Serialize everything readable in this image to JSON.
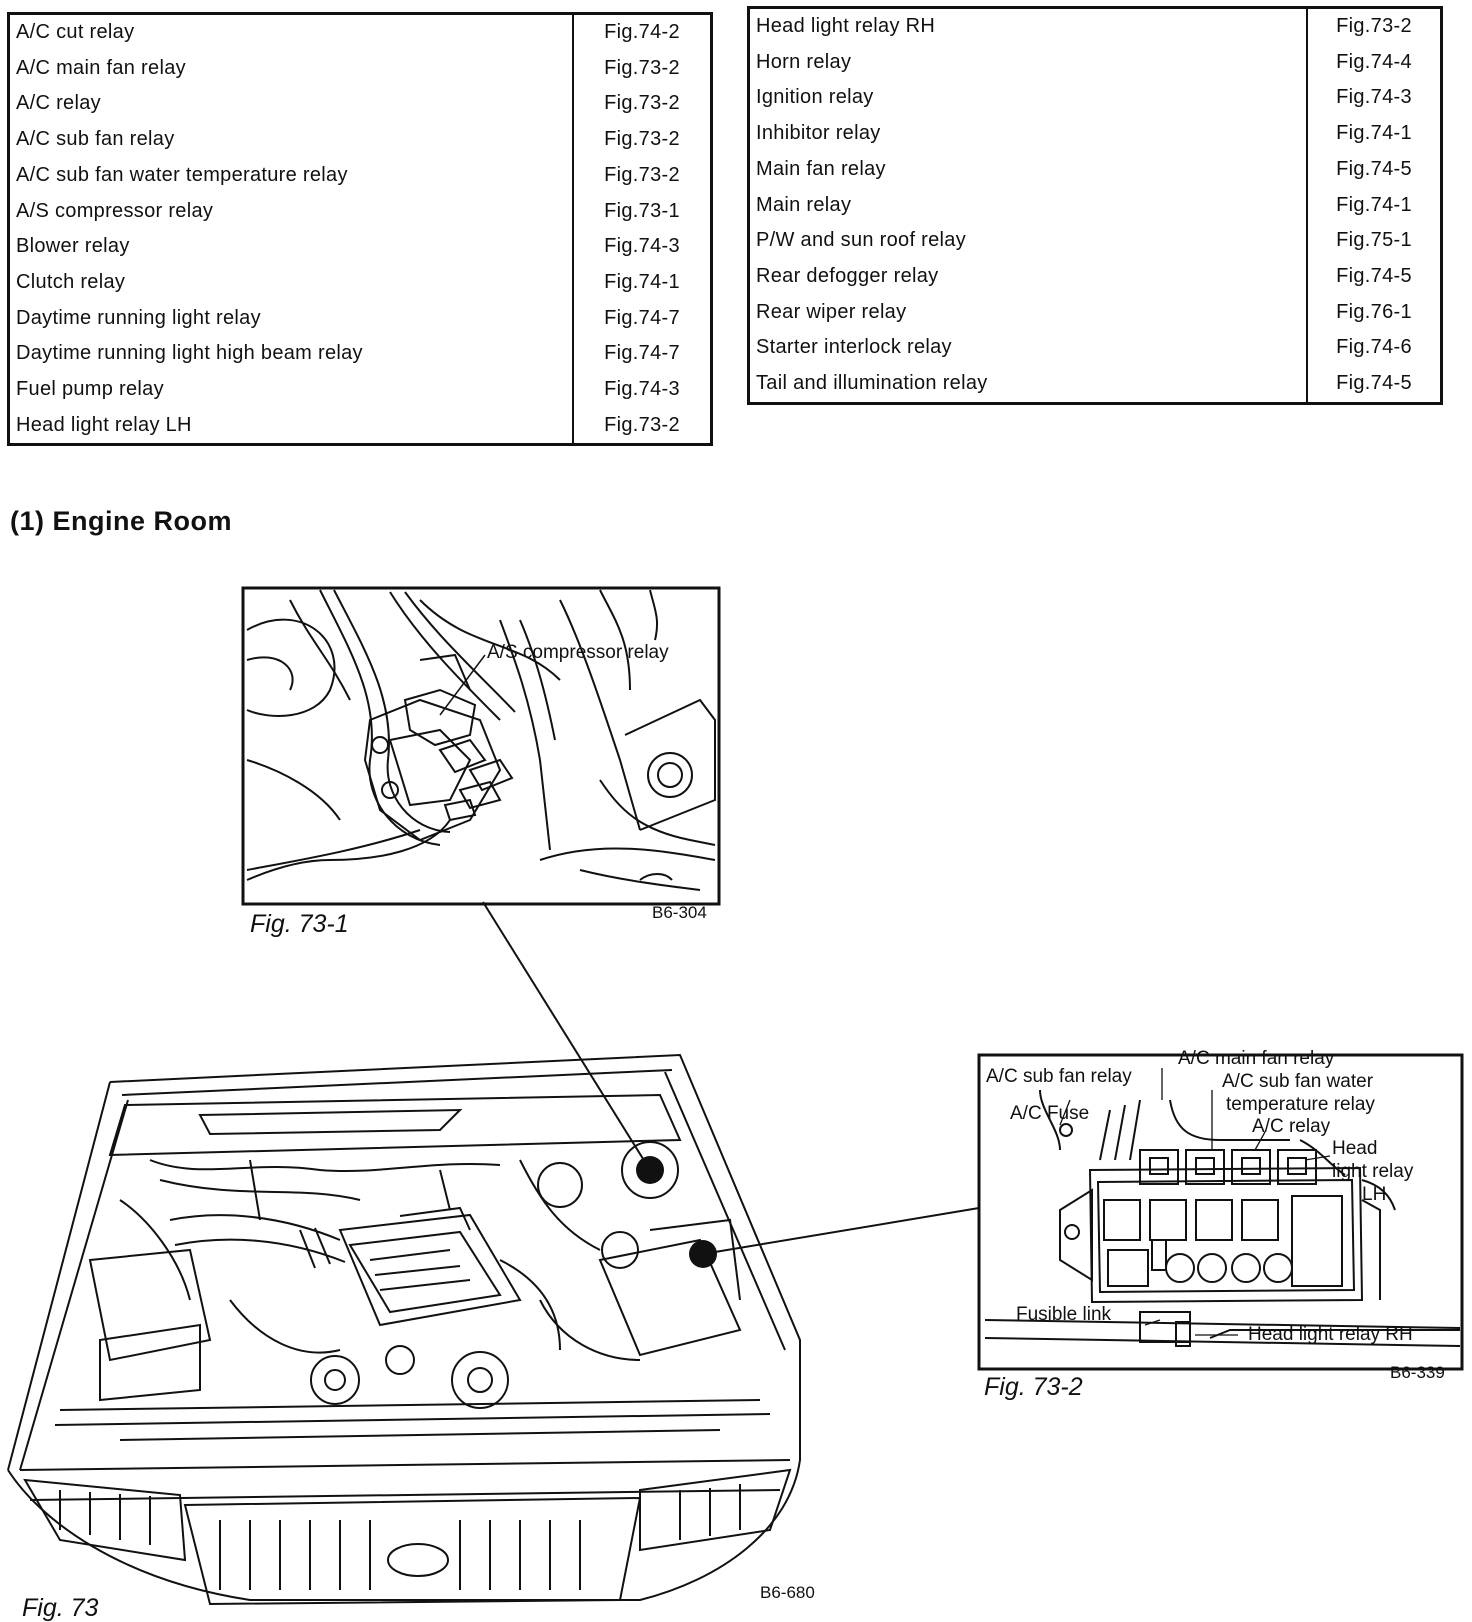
{
  "left_table": [
    {
      "part": "A/C cut relay",
      "fig": "Fig.74-2"
    },
    {
      "part": "A/C main fan relay",
      "fig": "Fig.73-2"
    },
    {
      "part": "A/C relay",
      "fig": "Fig.73-2"
    },
    {
      "part": "A/C sub fan relay",
      "fig": "Fig.73-2"
    },
    {
      "part": "A/C sub fan water temperature relay",
      "fig": "Fig.73-2"
    },
    {
      "part": "A/S compressor relay",
      "fig": "Fig.73-1"
    },
    {
      "part": "Blower relay",
      "fig": "Fig.74-3"
    },
    {
      "part": "Clutch relay",
      "fig": "Fig.74-1"
    },
    {
      "part": "Daytime running light relay",
      "fig": "Fig.74-7"
    },
    {
      "part": "Daytime running light high beam relay",
      "fig": "Fig.74-7"
    },
    {
      "part": "Fuel pump relay",
      "fig": "Fig.74-3"
    },
    {
      "part": "Head light relay LH",
      "fig": "Fig.73-2"
    }
  ],
  "right_table": [
    {
      "part": "Head light relay RH",
      "fig": "Fig.73-2"
    },
    {
      "part": "Horn relay",
      "fig": "Fig.74-4"
    },
    {
      "part": "Ignition relay",
      "fig": "Fig.74-3"
    },
    {
      "part": "Inhibitor relay",
      "fig": "Fig.74-1"
    },
    {
      "part": "Main fan relay",
      "fig": "Fig.74-5"
    },
    {
      "part": "Main relay",
      "fig": "Fig.74-1"
    },
    {
      "part": "P/W and sun roof relay",
      "fig": "Fig.75-1"
    },
    {
      "part": "Rear defogger relay",
      "fig": "Fig.74-5"
    },
    {
      "part": "Rear wiper relay",
      "fig": "Fig.76-1"
    },
    {
      "part": "Starter interlock relay",
      "fig": "Fig.74-6"
    },
    {
      "part": "Tail and illumination relay",
      "fig": "Fig.74-5"
    }
  ],
  "section_heading": "(1)  Engine Room",
  "detail1": {
    "label_relay": "A/S compressor relay",
    "caption": "Fig.  73-1",
    "code": "B6-304"
  },
  "detail2": {
    "label_sub_fan": "A/C sub fan relay",
    "label_main_fan": "A/C main fan relay",
    "label_water_temp_1": "A/C sub fan water",
    "label_water_temp_2": "temperature relay",
    "label_fuse": "A/C Fuse",
    "label_ac_relay": "A/C relay",
    "label_head_lh_1": "Head",
    "label_head_lh_2": "light relay",
    "label_head_lh_3": "LH",
    "label_fusible": "Fusible link",
    "label_head_rh": "Head light relay RH",
    "caption": "Fig.  73-2",
    "code": "B6-339"
  },
  "main_figure": {
    "caption": "Fig.  73",
    "code": "B6-680"
  }
}
